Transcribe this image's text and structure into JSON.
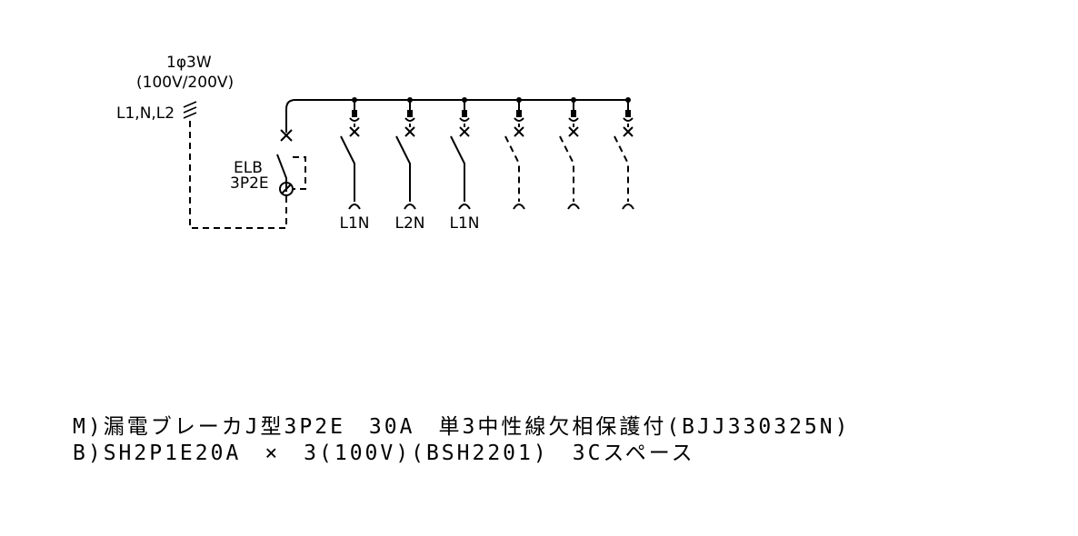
{
  "supply": {
    "phase": "1φ3W",
    "voltage": "(100V/200V)",
    "conductors": "L1,N,L2"
  },
  "main_breaker": {
    "type": "ELB",
    "poles": "3P2E"
  },
  "branches": [
    {
      "label": "L1N",
      "status": "installed"
    },
    {
      "label": "L2N",
      "status": "installed"
    },
    {
      "label": "L1N",
      "status": "installed"
    },
    {
      "label": "",
      "status": "space"
    },
    {
      "label": "",
      "status": "space"
    },
    {
      "label": "",
      "status": "space"
    }
  ],
  "notes": {
    "line_m": "M)漏電ブレーカJ型3P2E　30A　単3中性線欠相保護付(BJJ330325N)",
    "line_b": "B)SH2P1E20A　×　3(100V)(BSH2201)　3Cスペース"
  }
}
